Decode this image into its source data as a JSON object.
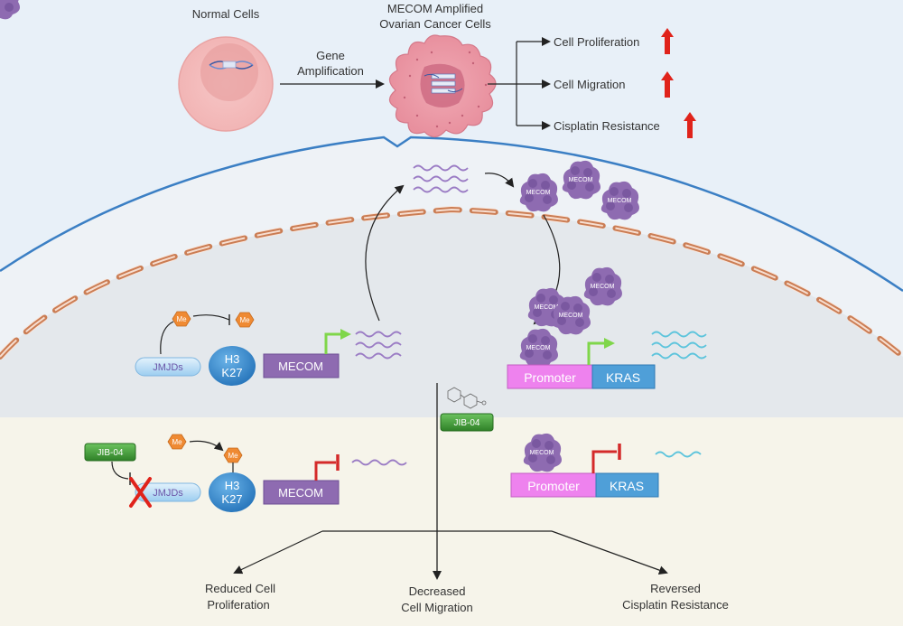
{
  "top": {
    "normal_cells": "Normal Cells",
    "mecom_title_line1": "MECOM Amplified",
    "mecom_title_line2": "Ovarian Cancer Cells",
    "gene_amp_line1": "Gene",
    "gene_amp_line2": "Amplification",
    "outcomes": [
      "Cell Proliferation",
      "Cell Migration",
      "Cisplatin Resistance"
    ]
  },
  "labels": {
    "mecom_protein": "MECOM",
    "me": "Me",
    "jmjds": "JMJDs",
    "h3": "H3",
    "k27": "K27",
    "mecom_gene": "MECOM",
    "promoter": "Promoter",
    "kras": "KRAS",
    "jib04": "JIB-04"
  },
  "bottom_outcomes": {
    "left_line1": "Reduced Cell",
    "left_line2": "Proliferation",
    "center_line1": "Decreased",
    "center_line2": "Cell Migration",
    "right_line1": "Reversed",
    "right_line2": "Cisplatin Resistance"
  },
  "colors": {
    "background_top": "#e8f0f8",
    "nucleus": "#e5e9ee",
    "bottom_panel": "#f6f4ea",
    "membrane": "#3b7fc4",
    "nuclear_envelope": "#c8774c",
    "mecom_purple": "#8e6bb1",
    "promoter_pink": "#ee82ee",
    "kras_blue": "#4f9fd8",
    "jmjds_blue": "#a9d4f2",
    "h3k27_blue": "#3b8fd0",
    "me_orange": "#ef8a33",
    "jib04_green": "#3c9a35",
    "activation_green": "#7fd64a",
    "inhibition_red": "#d42a2a",
    "up_arrow_red": "#e0231b",
    "mrna_purple": "#9a7bc4",
    "mrna_cyan": "#5cc4dc"
  },
  "icons": [
    "dna-icon",
    "up-arrow-icon",
    "red-x-icon",
    "chemical-structure-icon"
  ]
}
